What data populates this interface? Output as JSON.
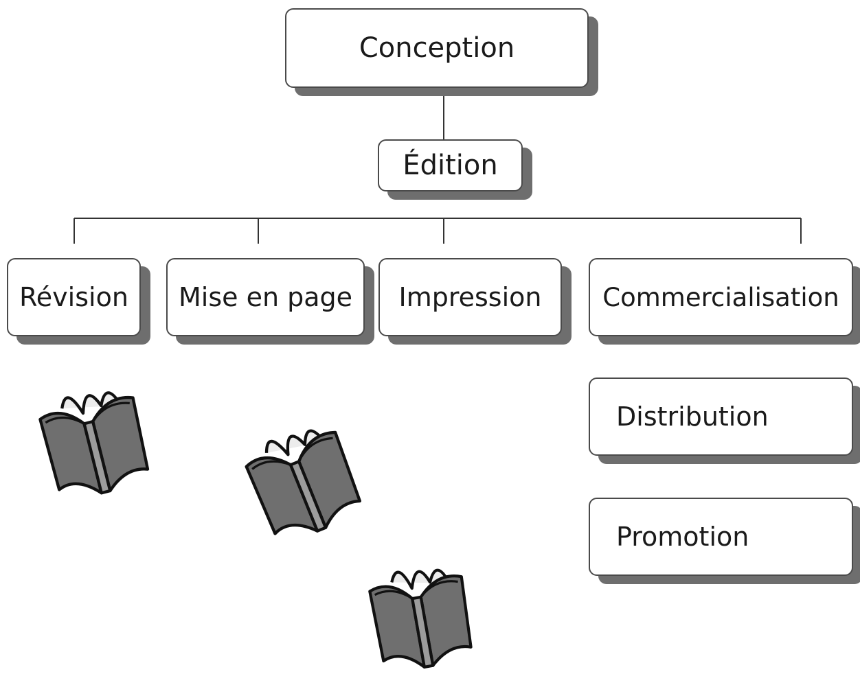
{
  "diagram": {
    "root": {
      "label": "Conception"
    },
    "level1": {
      "label": "Édition"
    },
    "branches": [
      {
        "label": "Révision"
      },
      {
        "label": "Mise en page"
      },
      {
        "label": "Impression"
      },
      {
        "label": "Commercialisation"
      }
    ],
    "sub_branches": [
      {
        "label": "Distribution"
      },
      {
        "label": "Promotion"
      }
    ],
    "decorations": [
      "book-icon",
      "book-icon",
      "book-icon"
    ],
    "colors": {
      "box_border": "#4a4a4a",
      "box_shadow": "#6e6e6e",
      "connector": "#333333",
      "book_cover": "#6f6f6f",
      "book_spine": "#9c9c9c",
      "book_pages": "#ececec"
    }
  }
}
